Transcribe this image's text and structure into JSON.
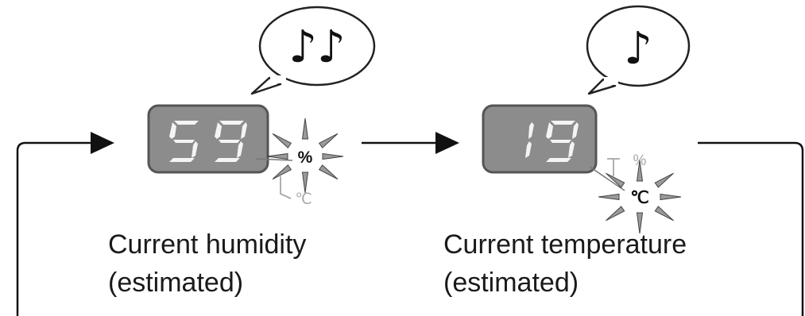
{
  "humidity": {
    "display_value": "59",
    "highlighted_unit": "%",
    "other_unit": "℃",
    "sound": "♪♪",
    "caption_line1": "Current humidity",
    "caption_line2": "(estimated)"
  },
  "temperature": {
    "display_value": "19",
    "highlighted_unit": "℃",
    "other_unit": "%",
    "sound": "♪",
    "caption_line1": "Current temperature",
    "caption_line2": "(estimated)"
  },
  "icons": {
    "sound": "music-note-icon",
    "flow": "arrow-icon",
    "highlight": "starburst-icon"
  },
  "colors": {
    "display_body": "#8c8c8c",
    "segment": "#f4f4f4",
    "ink": "#111111",
    "dim_unit": "#a8a8a8"
  }
}
